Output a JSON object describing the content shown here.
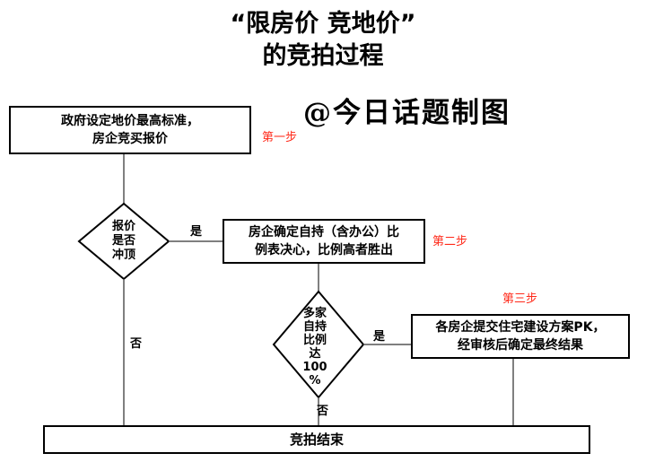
{
  "title": {
    "line1": "“限房价 竞地价”",
    "line2": "的竞拍过程"
  },
  "watermark": "@今日话题制图",
  "nodes": {
    "start_box": {
      "line1": "政府设定地价最高标准，",
      "line2": "房企竞买报价"
    },
    "decision1": {
      "line1": "报价",
      "line2": "是否",
      "line3": "冲顶"
    },
    "self_hold_box": {
      "line1": "房企确定自持（含办公）比",
      "line2": "例表决心，比例高者胜出"
    },
    "decision2": {
      "line1": "多家",
      "line2": "自持",
      "line3": "比例",
      "line4": "达",
      "line5": "100",
      "line6": "%"
    },
    "proposal_box": {
      "line1": "各房企提交住宅建设方案PK，",
      "line2": "经审核后确定最终结果"
    },
    "end_box": {
      "label": "竞拍结束"
    }
  },
  "steps": {
    "step1": "第一步",
    "step2": "第二步",
    "step3": "第三步"
  },
  "edges": {
    "yes1": "是",
    "no1": "否",
    "yes2": "是",
    "no2": "否"
  }
}
